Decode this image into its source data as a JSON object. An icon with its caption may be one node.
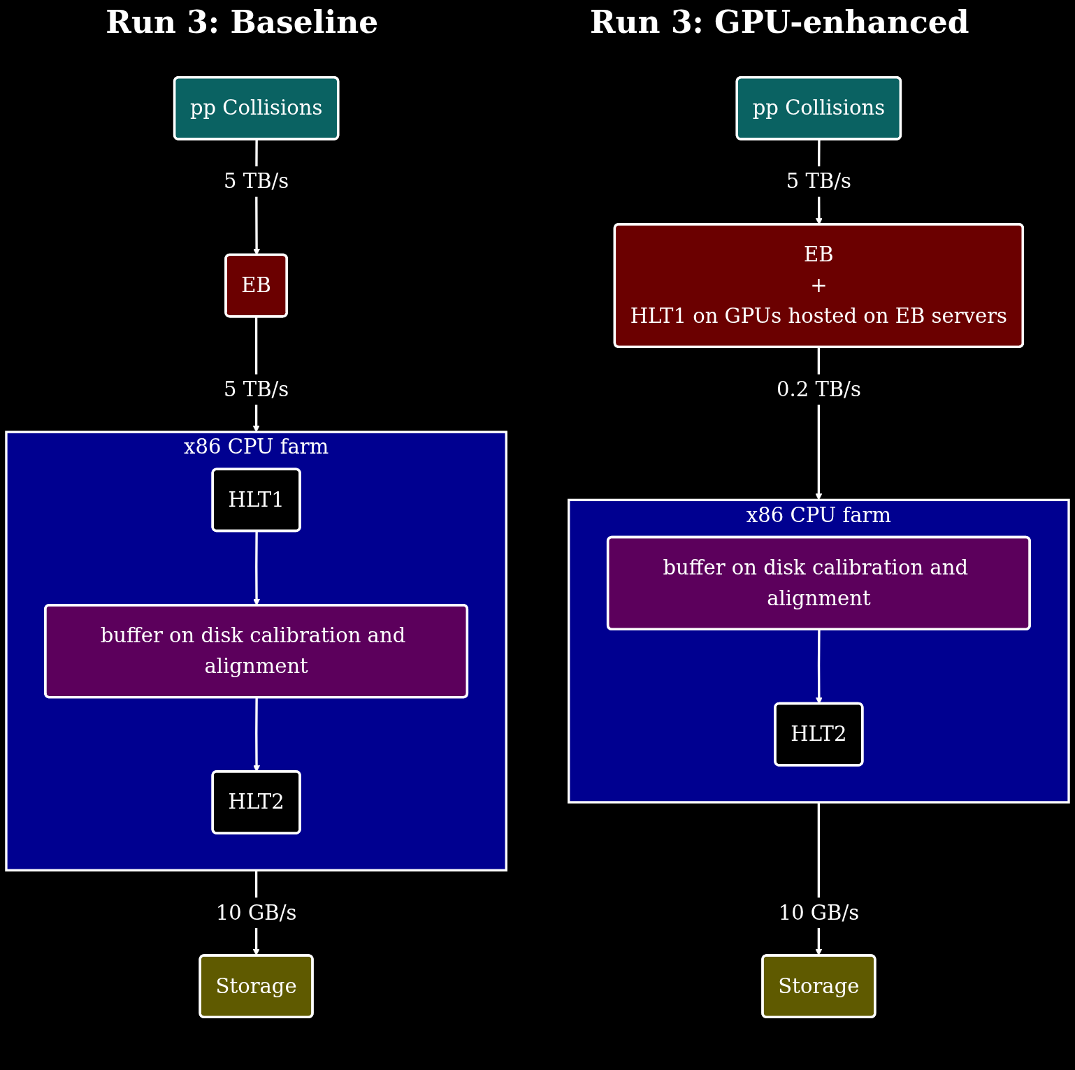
{
  "diagram": {
    "nodes": [
      {
        "text": [
          "pp Collisions"
        ]
      },
      {
        "text": [
          "EB"
        ]
      },
      {
        "text": [
          "x86 CPU farm"
        ]
      },
      {
        "text": [
          "HLT1"
        ],
        "in": 2
      },
      {
        "text": [
          "buffer on disk calibration and alignment"
        ],
        "in": 2
      },
      {
        "text": [
          "HLT2"
        ],
        "in": 2
      },
      {
        "text": [
          "Storage"
        ]
      },
      {
        "text": [
          "pp Collisions"
        ]
      },
      {
        "text": [
          "EB",
          "+",
          "HLT1 on GPUs hosted on EB servers"
        ]
      },
      {
        "text": [
          "x86 CPU farm"
        ]
      },
      {
        "text": [
          "buffer on disk calibration and alignment"
        ],
        "in": 9
      },
      {
        "text": [
          "HLT2"
        ],
        "in": 9
      },
      {
        "text": [
          "Storage"
        ]
      }
    ],
    "edges": [
      {
        "from": 0,
        "to": 1,
        "arrow": "to",
        "label": "5 TB/s"
      },
      {
        "from": 1,
        "to": 2,
        "arrow": "to",
        "label": "5 TB/s"
      },
      {
        "from": 3,
        "to": 4,
        "arrow": "to"
      },
      {
        "from": 4,
        "to": 5,
        "arrow": "to"
      },
      {
        "from": 2,
        "to": 6,
        "arrow": "to",
        "label": "10 GB/s"
      },
      {
        "from": 7,
        "to": 8,
        "arrow": "to",
        "label": "5 TB/s"
      },
      {
        "from": 8,
        "to": 9,
        "arrow": "to",
        "label": "0.2 TB/s"
      },
      {
        "from": 10,
        "to": 11,
        "arrow": "to"
      },
      {
        "from": 9,
        "to": 12,
        "arrow": "to",
        "label": "10 GB/s"
      }
    ],
    "labels": [
      "Run 3: Baseline",
      "Run 3: GPU-enhanced"
    ]
  }
}
